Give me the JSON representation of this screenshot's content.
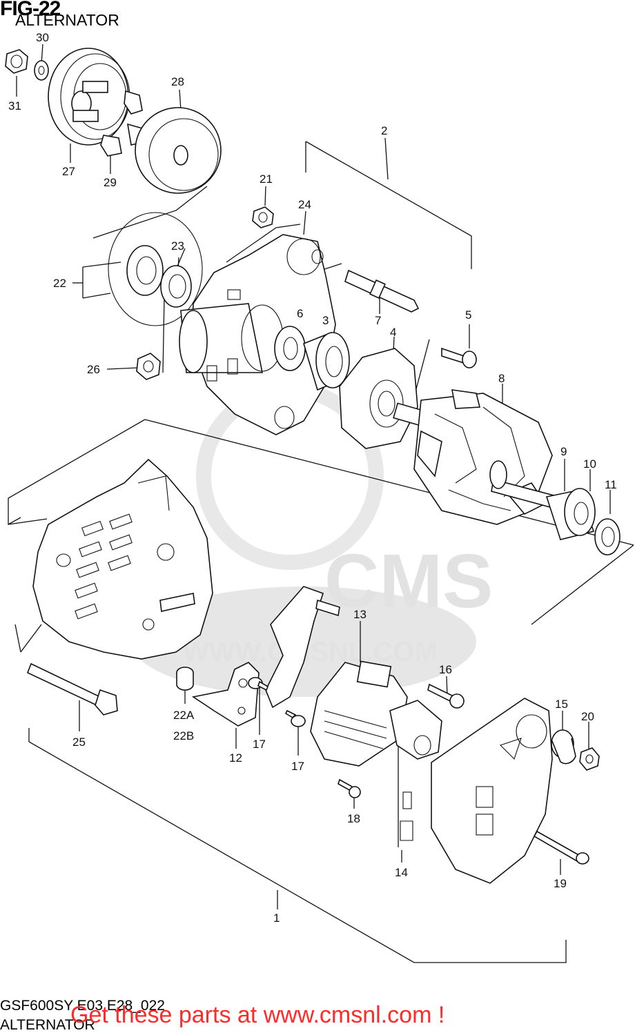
{
  "header": {
    "figure": "FIG-22",
    "subtitle": "ALTERNATOR"
  },
  "footer": {
    "model_code": "GSF600SY E03 E28_022",
    "section": "ALTERNATOR",
    "call_to_action": "Get these parts at www.cmsnl.com !"
  },
  "watermark": {
    "brand": "CMS",
    "url": "WWW.CMSNL.COM"
  },
  "callouts": {
    "c1": "1",
    "c2": "2",
    "c3": "3",
    "c4": "4",
    "c5": "5",
    "c6": "6",
    "c7": "7",
    "c8": "8",
    "c9": "9",
    "c10": "10",
    "c11": "11",
    "c12": "12",
    "c13": "13",
    "c14": "14",
    "c15": "15",
    "c16": "16",
    "c17a": "17",
    "c17b": "17",
    "c18": "18",
    "c19": "19",
    "c20": "20",
    "c21": "21",
    "c22": "22",
    "c22a": "22A",
    "c22b": "22B",
    "c23": "23",
    "c24": "24",
    "c25": "25",
    "c26": "26",
    "c27": "27",
    "c28": "28",
    "c29": "29",
    "c30": "30",
    "c31": "31"
  },
  "colors": {
    "cta": "#ff2a2a",
    "line": "#111111",
    "watermark": "#e2e2e2"
  }
}
